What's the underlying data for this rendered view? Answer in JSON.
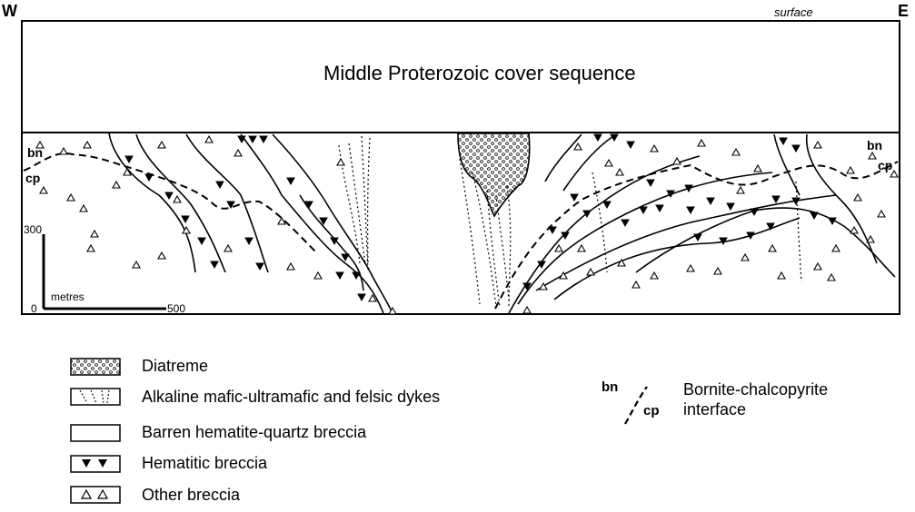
{
  "section": {
    "west_label": "W",
    "east_label": "E",
    "surface_label": "surface",
    "cover_label": "Middle Proterozoic cover sequence",
    "bn_label": "bn",
    "cp_label": "cp"
  },
  "scale_bar": {
    "vertical_top": "300",
    "origin": "0",
    "unit": "metres",
    "horizontal_end": "500"
  },
  "legend": {
    "items": [
      {
        "label": "Diatreme",
        "icon": "diatreme-dots-icon"
      },
      {
        "label": "Alkaline mafic-ultramafic and felsic dykes",
        "icon": "dykes-dotted-lines-icon"
      },
      {
        "label": "Barren hematite-quartz breccia",
        "icon": "blank-box-icon"
      },
      {
        "label": "Hematitic breccia",
        "icon": "filled-triangles-icon"
      },
      {
        "label": "Other breccia",
        "icon": "open-triangles-icon"
      }
    ],
    "interface": {
      "bn": "bn",
      "cp": "cp",
      "line1": "Bornite-chalcopyrite",
      "line2": "interface"
    }
  }
}
